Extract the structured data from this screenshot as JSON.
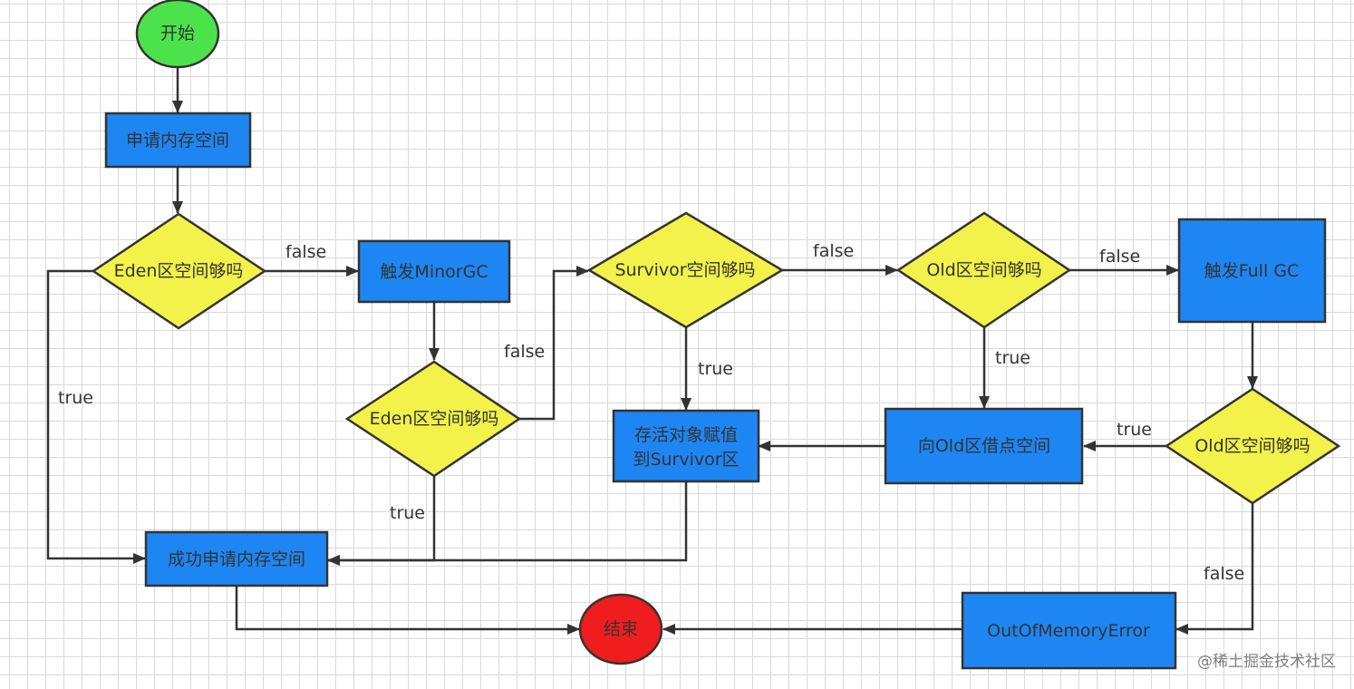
{
  "nodes": {
    "start": "开始",
    "apply_memory": "申请内存空间",
    "eden_check_1": "Eden区空间够吗",
    "minor_gc": "触发MinorGC",
    "eden_check_2": "Eden区空间够吗",
    "survivor_check": "Survivor空间够吗",
    "store_survivor_line1": "存活对象赋值",
    "store_survivor_line2": "到Survivor区",
    "old_check_1": "Old区空间够吗",
    "full_gc": "触发Full GC",
    "old_check_2": "Old区空间够吗",
    "borrow_old": "向Old区借点空间",
    "apply_success": "成功申请内存空间",
    "end": "结束",
    "oom": "OutOfMemoryError"
  },
  "edge_labels": {
    "eden1_false": "false",
    "eden1_true": "true",
    "eden2_false": "false",
    "eden2_true": "true",
    "survivor_false": "false",
    "survivor_true": "true",
    "old1_false": "false",
    "old1_true": "true",
    "old2_true": "true",
    "old2_false": "false"
  },
  "watermark": "@稀土掘金技术社区",
  "colors": {
    "start": "#4ce24c",
    "end": "#ef1d1d",
    "process": "#1e86f2",
    "decision": "#f2f24a",
    "stroke": "#333333"
  }
}
